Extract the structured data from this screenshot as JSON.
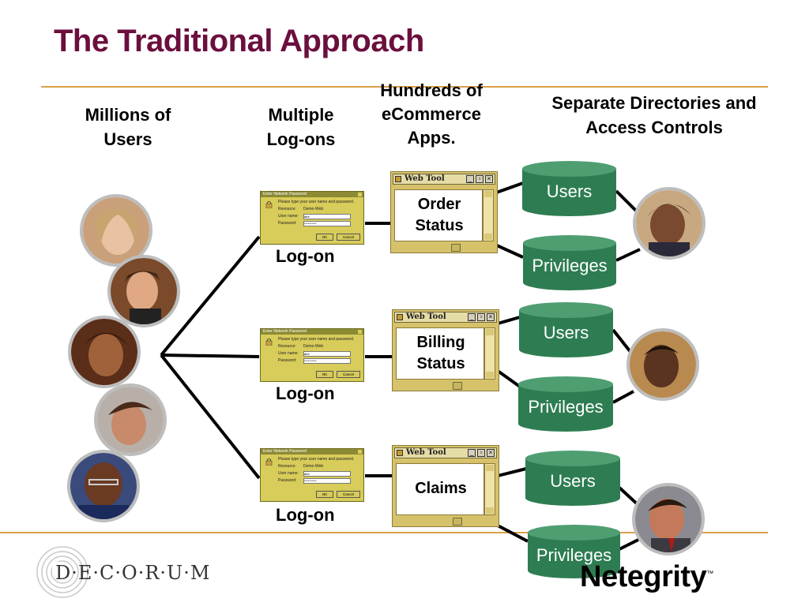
{
  "title": "The Traditional Approach",
  "headers": {
    "users": [
      "Millions of",
      "Users"
    ],
    "logons": [
      "Multiple",
      "Log-ons"
    ],
    "apps": [
      "Hundreds of",
      "eCommerce",
      "Apps."
    ],
    "directories": [
      "Separate Directories and",
      "Access Controls"
    ]
  },
  "dialog": {
    "title": "Enter Network Password",
    "prompt": "Please type your user name and password.",
    "resource_label": "Resource:",
    "resource_value": "Demo-Web",
    "username_label": "User name:",
    "username_value": "abe",
    "password_label": "Password:",
    "password_value": "**********",
    "ok": "OK",
    "cancel": "Cancel"
  },
  "logon_label": "Log-on",
  "webtool_title": "Web Tool",
  "rows": [
    {
      "app": [
        "Order",
        "Status"
      ],
      "db_users": "Users",
      "db_privileges": "Privileges"
    },
    {
      "app": [
        "Billing",
        "Status"
      ],
      "db_users": "Users",
      "db_privileges": "Privileges"
    },
    {
      "app": [
        "Claims"
      ],
      "db_users": "Users",
      "db_privileges": "Privileges"
    }
  ],
  "logo_left": "D·E·C·O·R·U·M",
  "logo_right": "Netegrity",
  "logo_right_tm": "™",
  "colors": {
    "title": "#6b0f3d",
    "rule": "#d9a04a",
    "db_green": "#2e7d52",
    "dialog": "#d8cc5a"
  }
}
